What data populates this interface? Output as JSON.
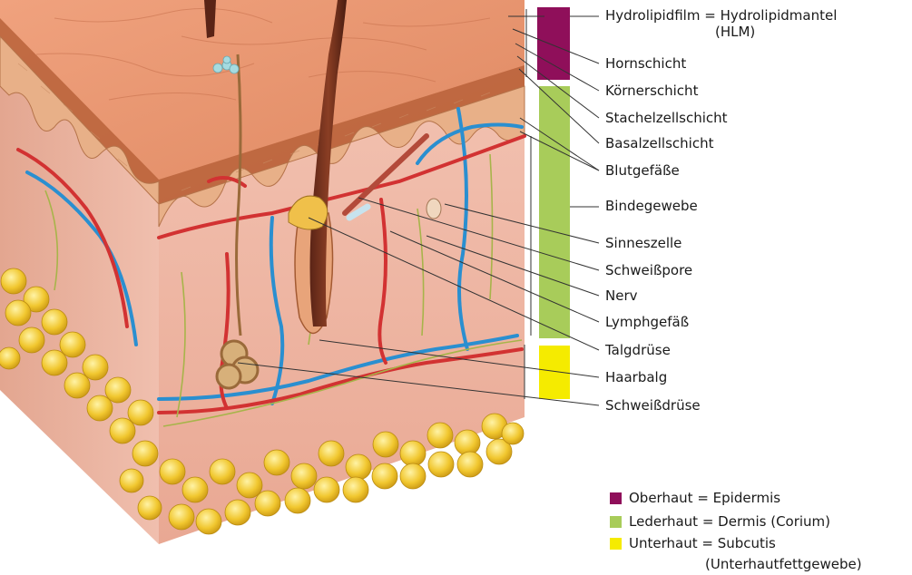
{
  "labels": [
    {
      "text": "Hydrolipidfilm = Hydrolipidmantel"
    },
    {
      "text": "(HLM)"
    },
    {
      "text": "Hornschicht"
    },
    {
      "text": "Körnerschicht"
    },
    {
      "text": "Stachelzellschicht"
    },
    {
      "text": "Basalzellschicht"
    },
    {
      "text": "Blutgefäße"
    },
    {
      "text": "Bindegewebe"
    },
    {
      "text": "Sinneszelle"
    },
    {
      "text": "Schweißpore"
    },
    {
      "text": "Nerv"
    },
    {
      "text": "Lymphgefäß"
    },
    {
      "text": "Talgdrüse"
    },
    {
      "text": "Haarbalg"
    },
    {
      "text": "Schweißdrüse"
    }
  ],
  "legend": [
    {
      "text": "Oberhaut = Epidermis",
      "color": "#8f0f5a"
    },
    {
      "text": "Lederhaut = Dermis (Corium)",
      "color": "#a8cc5a"
    },
    {
      "text": "Unterhaut = Subcutis",
      "color": "#f5eb00"
    },
    {
      "text": "(Unterhautfettgewebe)"
    }
  ],
  "colors": {
    "epidermis": "#8f0f5a",
    "dermis": "#a8cc5a",
    "subcutis": "#f5eb00",
    "skin_surface": "#e8906a",
    "artery": "#d23232",
    "vein": "#2a8fd0",
    "fat": "#e9b820"
  }
}
